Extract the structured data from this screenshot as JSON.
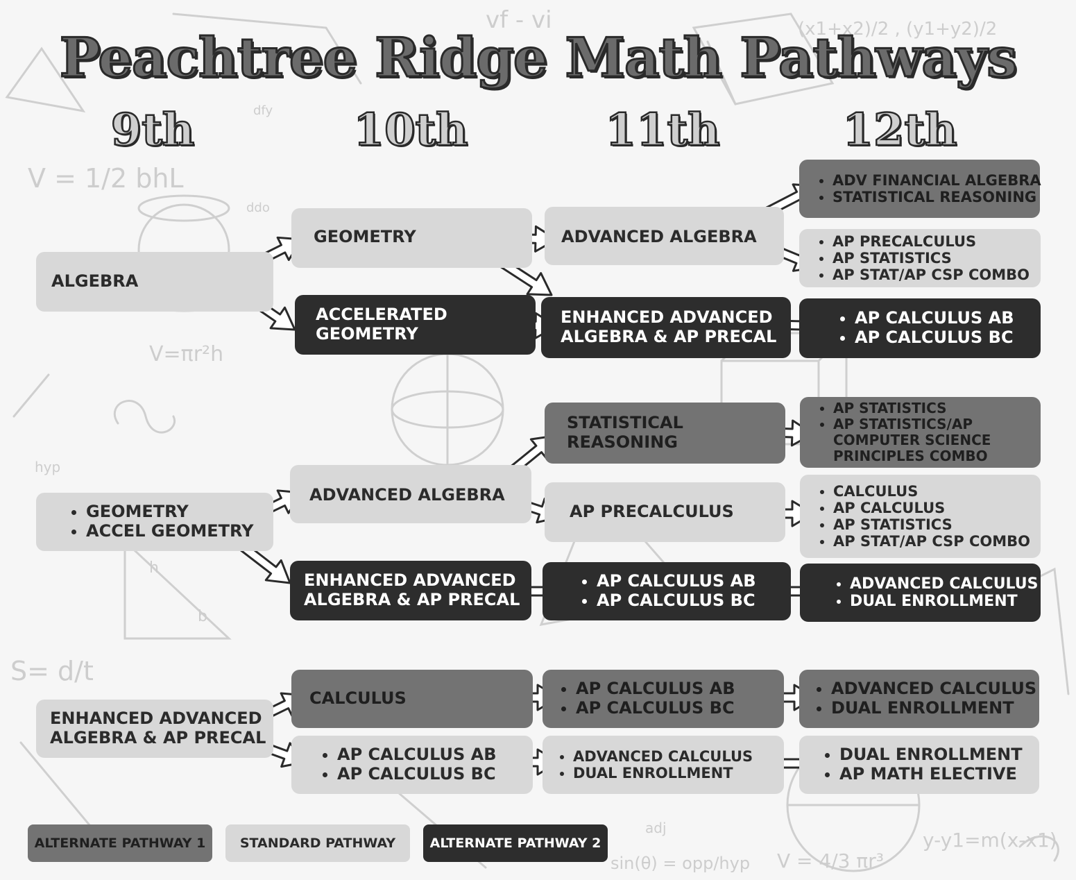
{
  "title": "Peachtree Ridge Math Pathways",
  "grades": [
    "9th",
    "10th",
    "11th",
    "12th"
  ],
  "colors": {
    "alternate_pathway_1": "#737373",
    "standard_pathway": "#d8d8d8",
    "alternate_pathway_2": "#2d2d2d"
  },
  "boxes": {
    "algebra": {
      "lines": [
        "ALGEBRA"
      ]
    },
    "geometry": {
      "lines": [
        "GEOMETRY"
      ]
    },
    "accel_geometry": {
      "lines": [
        "ACCELERATED",
        "GEOMETRY"
      ]
    },
    "advanced_algebra_1": {
      "lines": [
        "ADVANCED ALGEBRA"
      ]
    },
    "enhanced_adv_algebra_1": {
      "lines": [
        "ENHANCED ADVANCED",
        "ALGEBRA & AP PRECAL"
      ]
    },
    "g12_a": {
      "items": [
        "ADV FINANCIAL ALGEBRA",
        "STATISTICAL REASONING"
      ]
    },
    "g12_b": {
      "items": [
        "AP PRECALCULUS",
        "AP STATISTICS",
        "AP STAT/AP CSP COMBO"
      ]
    },
    "g12_c": {
      "items": [
        "AP CALCULUS AB",
        "AP CALCULUS BC"
      ]
    },
    "geometry_group": {
      "items": [
        "GEOMETRY",
        "ACCEL GEOMETRY"
      ]
    },
    "advanced_algebra_2": {
      "lines": [
        "ADVANCED ALGEBRA"
      ]
    },
    "enhanced_adv_algebra_2": {
      "lines": [
        "ENHANCED ADVANCED",
        "ALGEBRA & AP PRECAL"
      ]
    },
    "statistical_reasoning": {
      "lines": [
        "STATISTICAL",
        "REASONING"
      ]
    },
    "ap_precalculus": {
      "lines": [
        "AP PRECALCULUS"
      ]
    },
    "g11_calc_2": {
      "items": [
        "AP CALCULUS AB",
        "AP CALCULUS BC"
      ]
    },
    "g12_d": {
      "items": [
        "AP STATISTICS",
        "AP STATISTICS/AP",
        "COMPUTER SCIENCE",
        "PRINCIPLES COMBO"
      ]
    },
    "g12_e": {
      "items": [
        "CALCULUS",
        "AP CALCULUS",
        "AP STATISTICS",
        "AP STAT/AP CSP COMBO"
      ]
    },
    "g12_f": {
      "items": [
        "ADVANCED CALCULUS",
        "DUAL ENROLLMENT"
      ]
    },
    "enhanced_adv_algebra_3": {
      "lines": [
        "ENHANCED ADVANCED",
        "ALGEBRA & AP PRECAL"
      ]
    },
    "calculus": {
      "lines": [
        "CALCULUS"
      ]
    },
    "g10_ap_calc": {
      "items": [
        "AP CALCULUS AB",
        "AP CALCULUS BC"
      ]
    },
    "g11_calc_3": {
      "items": [
        "AP CALCULUS AB",
        "AP CALCULUS BC"
      ]
    },
    "g11_adv_calc": {
      "items": [
        "ADVANCED CALCULUS",
        "DUAL ENROLLMENT"
      ]
    },
    "g12_g": {
      "items": [
        "ADVANCED CALCULUS",
        "DUAL ENROLLMENT"
      ]
    },
    "g12_h": {
      "items": [
        "DUAL ENROLLMENT",
        "AP MATH ELECTIVE"
      ]
    }
  },
  "legend": [
    "ALTERNATE PATHWAY 1",
    "STANDARD PATHWAY",
    "ALTERNATE PATHWAY 2"
  ],
  "doodles": [
    "V = 1/2 bhL",
    "V=πr²h",
    "S= d/t",
    "sin(θ) = opp/hyp",
    "adj",
    "hyp",
    "h",
    "b",
    "V = 4/3 πr³",
    "y-y1=m(x-x1)",
    "vf - vi",
    "(x1+x2)/2 , (y1+y2)/2",
    "dfy",
    "ddo"
  ]
}
